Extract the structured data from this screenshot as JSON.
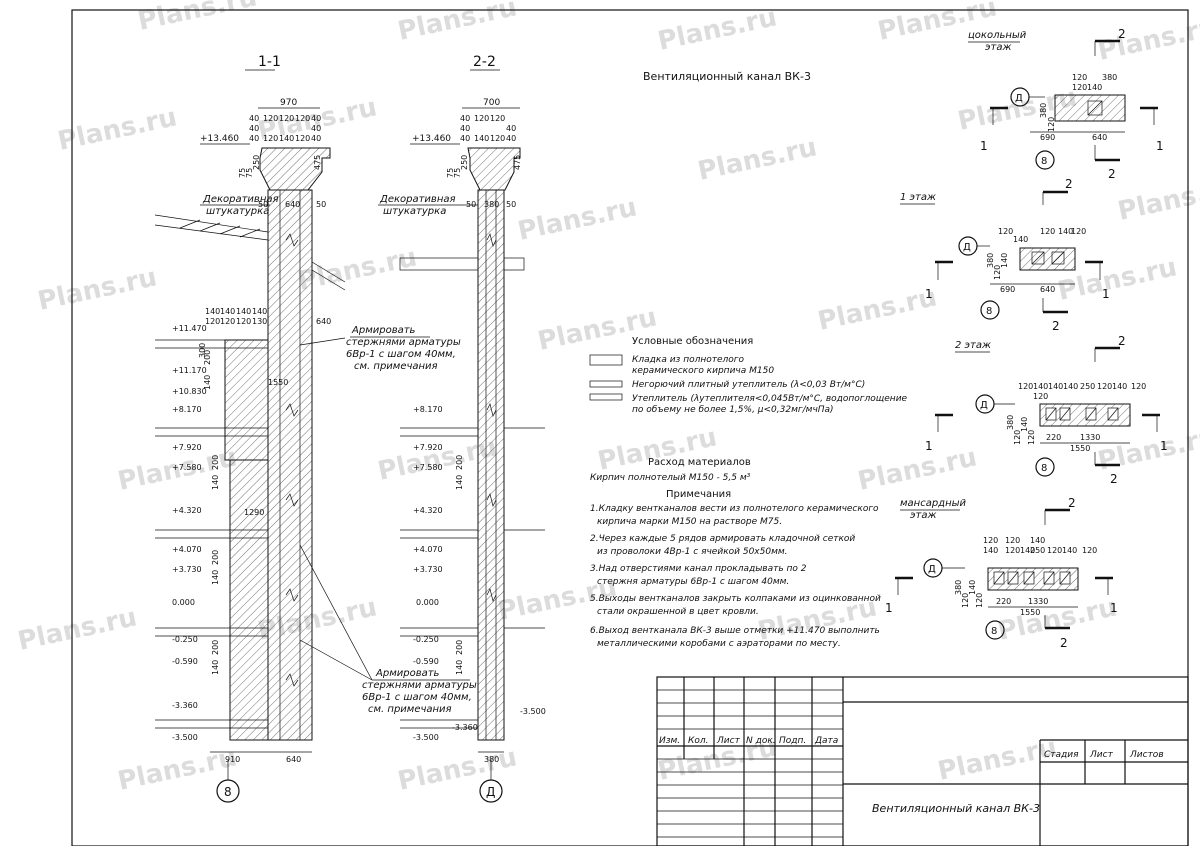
{
  "watermark": "Plans.ru",
  "title": "Вентиляционный канал ВК-3",
  "section_1": {
    "label": "1-1",
    "dims_top": [
      "970",
      "40",
      "120",
      "120",
      "120",
      "40",
      "40",
      "40",
      "120",
      "140",
      "120",
      "40",
      "40"
    ],
    "elev_top": "+13.460",
    "dim_475": "475",
    "dims_vert": [
      "75",
      "75",
      "250"
    ],
    "plaster_label": [
      "Декоративная",
      "штукатурка"
    ],
    "dims_mid": [
      "50",
      "640",
      "50"
    ],
    "dims_left": [
      "140",
      "120",
      "140",
      "140",
      "120",
      "140",
      "120",
      "130"
    ],
    "dim_640": "640",
    "dim_1550": "1550",
    "dim_1290": "1290",
    "dim_300": "300",
    "dims_200": [
      "200",
      "140",
      "200",
      "140",
      "200",
      "140",
      "200",
      "140"
    ],
    "elevations": [
      "+11.470",
      "+11.170",
      "+10.830",
      "+8.170",
      "+7.920",
      "+7.580",
      "+4.320",
      "+4.070",
      "+3.730",
      "0.000",
      "-0.250",
      "-0.590",
      "-3.360",
      "-3.500"
    ],
    "reinforce_top": [
      "Армировать",
      "стержнями арматуры",
      "6Вр-1 с шагом 40мм,",
      "см. примечания"
    ],
    "reinforce_bottom": [
      "Армировать",
      "стержнями арматуры",
      "6Вр-1 с шагом 40мм,",
      "см. примечания"
    ],
    "dims_bottom": [
      "910",
      "640"
    ],
    "axis": "8"
  },
  "section_2": {
    "label": "2-2",
    "dims_top": [
      "700",
      "40",
      "120",
      "120",
      "40",
      "40",
      "140",
      "120",
      "40",
      "40"
    ],
    "elev_top": "+13.460",
    "dim_475": "475",
    "dims_vert": [
      "75",
      "75",
      "250"
    ],
    "plaster_label": [
      "Декоративная",
      "штукатурка"
    ],
    "dims_mid": [
      "50",
      "380",
      "50"
    ],
    "elevations": [
      "+8.170",
      "+7.920",
      "+7.580",
      "+4.320",
      "+4.070",
      "+3.730",
      "0.000",
      "-0.250",
      "-0.590",
      "-3.360",
      "-3.500",
      "-3.500"
    ],
    "dims_200": [
      "200",
      "140",
      "200",
      "140"
    ],
    "dim_bottom": "380",
    "axis": "Д"
  },
  "legend": {
    "heading": "Условные обозначения",
    "items": [
      [
        "Кладка из полнотелого",
        "керамического кирпича М150"
      ],
      [
        "Негорючий плитный утеплитель (λ<0,03 Вт/м°С)"
      ],
      [
        "Утеплитель (λутеплителя<0,045Вт/м°С, водопоглощение",
        "по объему не более 1,5%, μ<0,32мг/мчПа)"
      ]
    ]
  },
  "materials": {
    "heading": "Расход материалов",
    "line": "Кирпич полнотелый М150 - 5,5 м³"
  },
  "notes": {
    "heading": "Примечания",
    "lines": [
      "1.Кладку вентканалов вести из полнотелого керамического",
      "кирпича марки М150 на растворе М75.",
      "2.Через каждые 5 рядов армировать кладочной сеткой",
      "из проволоки 4Вр-1 с ячейкой 50х50мм.",
      "3.Над отверстиями канал прокладывать по 2",
      "стержня арматуры 6Вр-1 с шагом 40мм.",
      "5.Выходы вентканалов закрыть колпаками из оцинкованной",
      "стали окрашенной в цвет кровли.",
      "6.Выход вентканала ВК-3 выше отметки +11.470 выполнить",
      "металлическими коробами с аэраторами по месту."
    ]
  },
  "plans": [
    {
      "label": [
        "цокольный",
        "этаж"
      ],
      "cut1": "1",
      "cut2": "2",
      "axis_d": "Д",
      "axis_8": "8",
      "dims_top": [
        "120",
        "380",
        "120",
        "140"
      ],
      "dims_side": [
        "380",
        "120"
      ],
      "dims_bottom": [
        "690",
        "640"
      ]
    },
    {
      "label": [
        "1 этаж"
      ],
      "cut1": "1",
      "cut2": "2",
      "axis_d": "Д",
      "axis_8": "8",
      "dims_top": [
        "120",
        "120",
        "140",
        "140",
        "120"
      ],
      "dims_side": [
        "380",
        "120",
        "140"
      ],
      "dims_bottom": [
        "690",
        "640"
      ]
    },
    {
      "label": [
        "2 этаж"
      ],
      "cut1": "1",
      "cut2": "2",
      "axis_d": "Д",
      "axis_8": "8",
      "dims_top": [
        "120",
        "140",
        "140",
        "120",
        "140",
        "250",
        "120",
        "140",
        "120"
      ],
      "dims_side": [
        "380",
        "120",
        "140",
        "120"
      ],
      "dims_bottom": [
        "220",
        "1330",
        "1550"
      ]
    },
    {
      "label": [
        "мансардный",
        "этаж"
      ],
      "cut1": "1",
      "cut2": "2",
      "axis_d": "Д",
      "axis_8": "8",
      "dims_top": [
        "120",
        "120",
        "140",
        "120",
        "140",
        "140",
        "250",
        "120",
        "140",
        "120"
      ],
      "dims_side": [
        "380",
        "120",
        "140",
        "120"
      ],
      "dims_bottom": [
        "220",
        "1330",
        "1550"
      ]
    }
  ],
  "title_block": {
    "headers": [
      "Изм.",
      "Кол.",
      "Лист",
      "N док.",
      "Подп.",
      "Дата"
    ],
    "stage_headers": [
      "Стадия",
      "Лист",
      "Листов"
    ],
    "drawing_name": "Вентиляционный канал ВК-3"
  }
}
